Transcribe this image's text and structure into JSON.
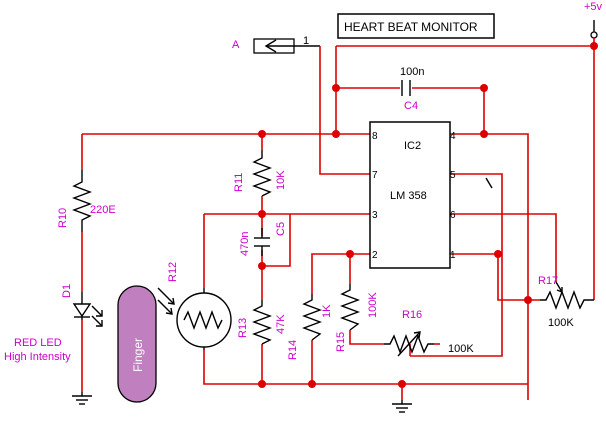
{
  "title": "HEART BEAT MONITOR",
  "supply": "+5v",
  "connector": {
    "label": "A",
    "pin": "1"
  },
  "ic": {
    "name": "IC2",
    "part": "LM 358",
    "pins": {
      "p1": "1",
      "p2": "2",
      "p3": "3",
      "p4": "4",
      "p5": "5",
      "p6": "6",
      "p7": "7",
      "p8": "8"
    }
  },
  "components": {
    "c4": {
      "ref": "C4",
      "value": "100n"
    },
    "c5": {
      "ref": "C5",
      "value": "470n"
    },
    "r10": {
      "ref": "R10",
      "value": "220E"
    },
    "r11": {
      "ref": "R11",
      "value": "10K"
    },
    "r12": {
      "ref": "R12"
    },
    "r13": {
      "ref": "R13",
      "value": "47K"
    },
    "r14": {
      "ref": "R14",
      "value": "1K"
    },
    "r15": {
      "ref": "R15",
      "value": "100K"
    },
    "r16": {
      "ref": "R16",
      "value": "100K"
    },
    "r17": {
      "ref": "R17",
      "value": "100K"
    },
    "d1": {
      "ref": "D1",
      "desc_line1": "RED LED",
      "desc_line2": "High Intensity"
    }
  },
  "finger_label": "Finger",
  "colors": {
    "wire": "#dd0000",
    "component": "#000000",
    "label": "#cc00cc",
    "finger": "#c080c0"
  }
}
